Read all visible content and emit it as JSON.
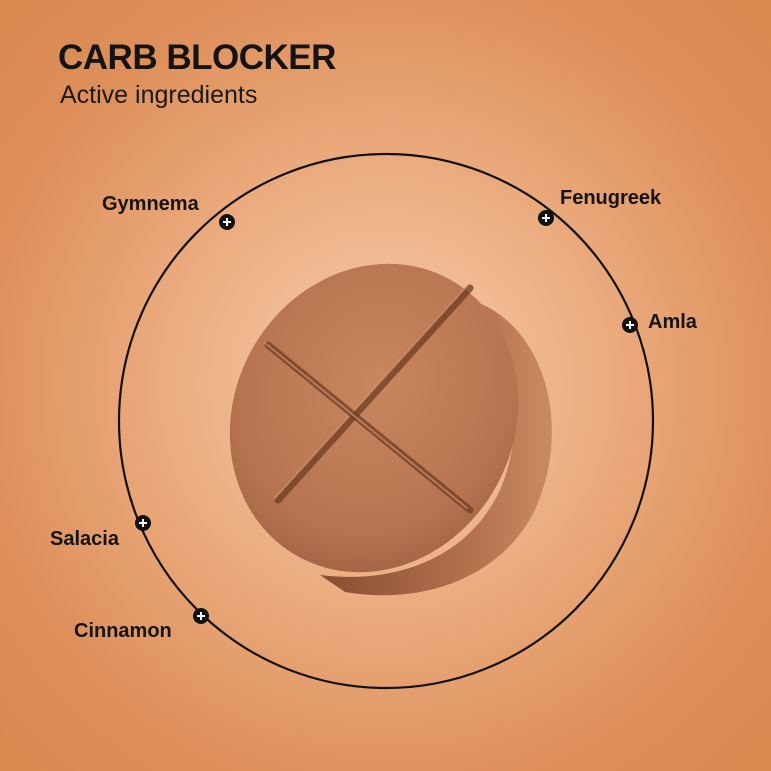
{
  "header": {
    "title": "CARB BLOCKER",
    "subtitle": "Active ingredients"
  },
  "ingredients": [
    {
      "label": "Gymnema"
    },
    {
      "label": "Fenugreek"
    },
    {
      "label": "Amla"
    },
    {
      "label": "Salacia"
    },
    {
      "label": "Cinnamon"
    }
  ],
  "colors": {
    "background": "#de8f5a",
    "ring": "#111111",
    "tablet": "#b8764f"
  },
  "icons": {
    "marker": "plus-circle-icon",
    "product": "tablet-image"
  }
}
